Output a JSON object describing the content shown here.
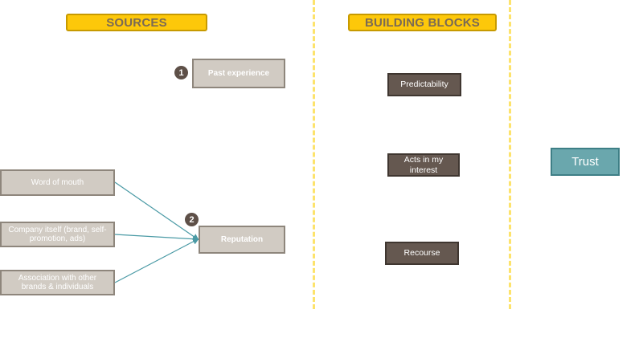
{
  "headers": {
    "sources": "SOURCES",
    "building_blocks": "BUILDING BLOCKS"
  },
  "sources": {
    "past_experience": {
      "number": "1",
      "label": "Past experience"
    },
    "reputation": {
      "number": "2",
      "label": "Reputation"
    },
    "inputs": [
      {
        "label": "Word of mouth"
      },
      {
        "label": "Company itself (brand, self-promotion,  ads)"
      },
      {
        "label": "Association with other brands & individuals"
      }
    ]
  },
  "building_blocks": [
    {
      "label": "Predictability"
    },
    {
      "label": "Acts in my interest"
    },
    {
      "label": "Recourse"
    }
  ],
  "outcome": {
    "label": "Trust"
  },
  "colors": {
    "header_fill": "#fdc80a",
    "divider": "#fde36c",
    "source_fill": "#d1cbc3",
    "block_fill": "#655850",
    "trust_fill": "#6aa7ad",
    "arrow": "#4a9aa5"
  }
}
